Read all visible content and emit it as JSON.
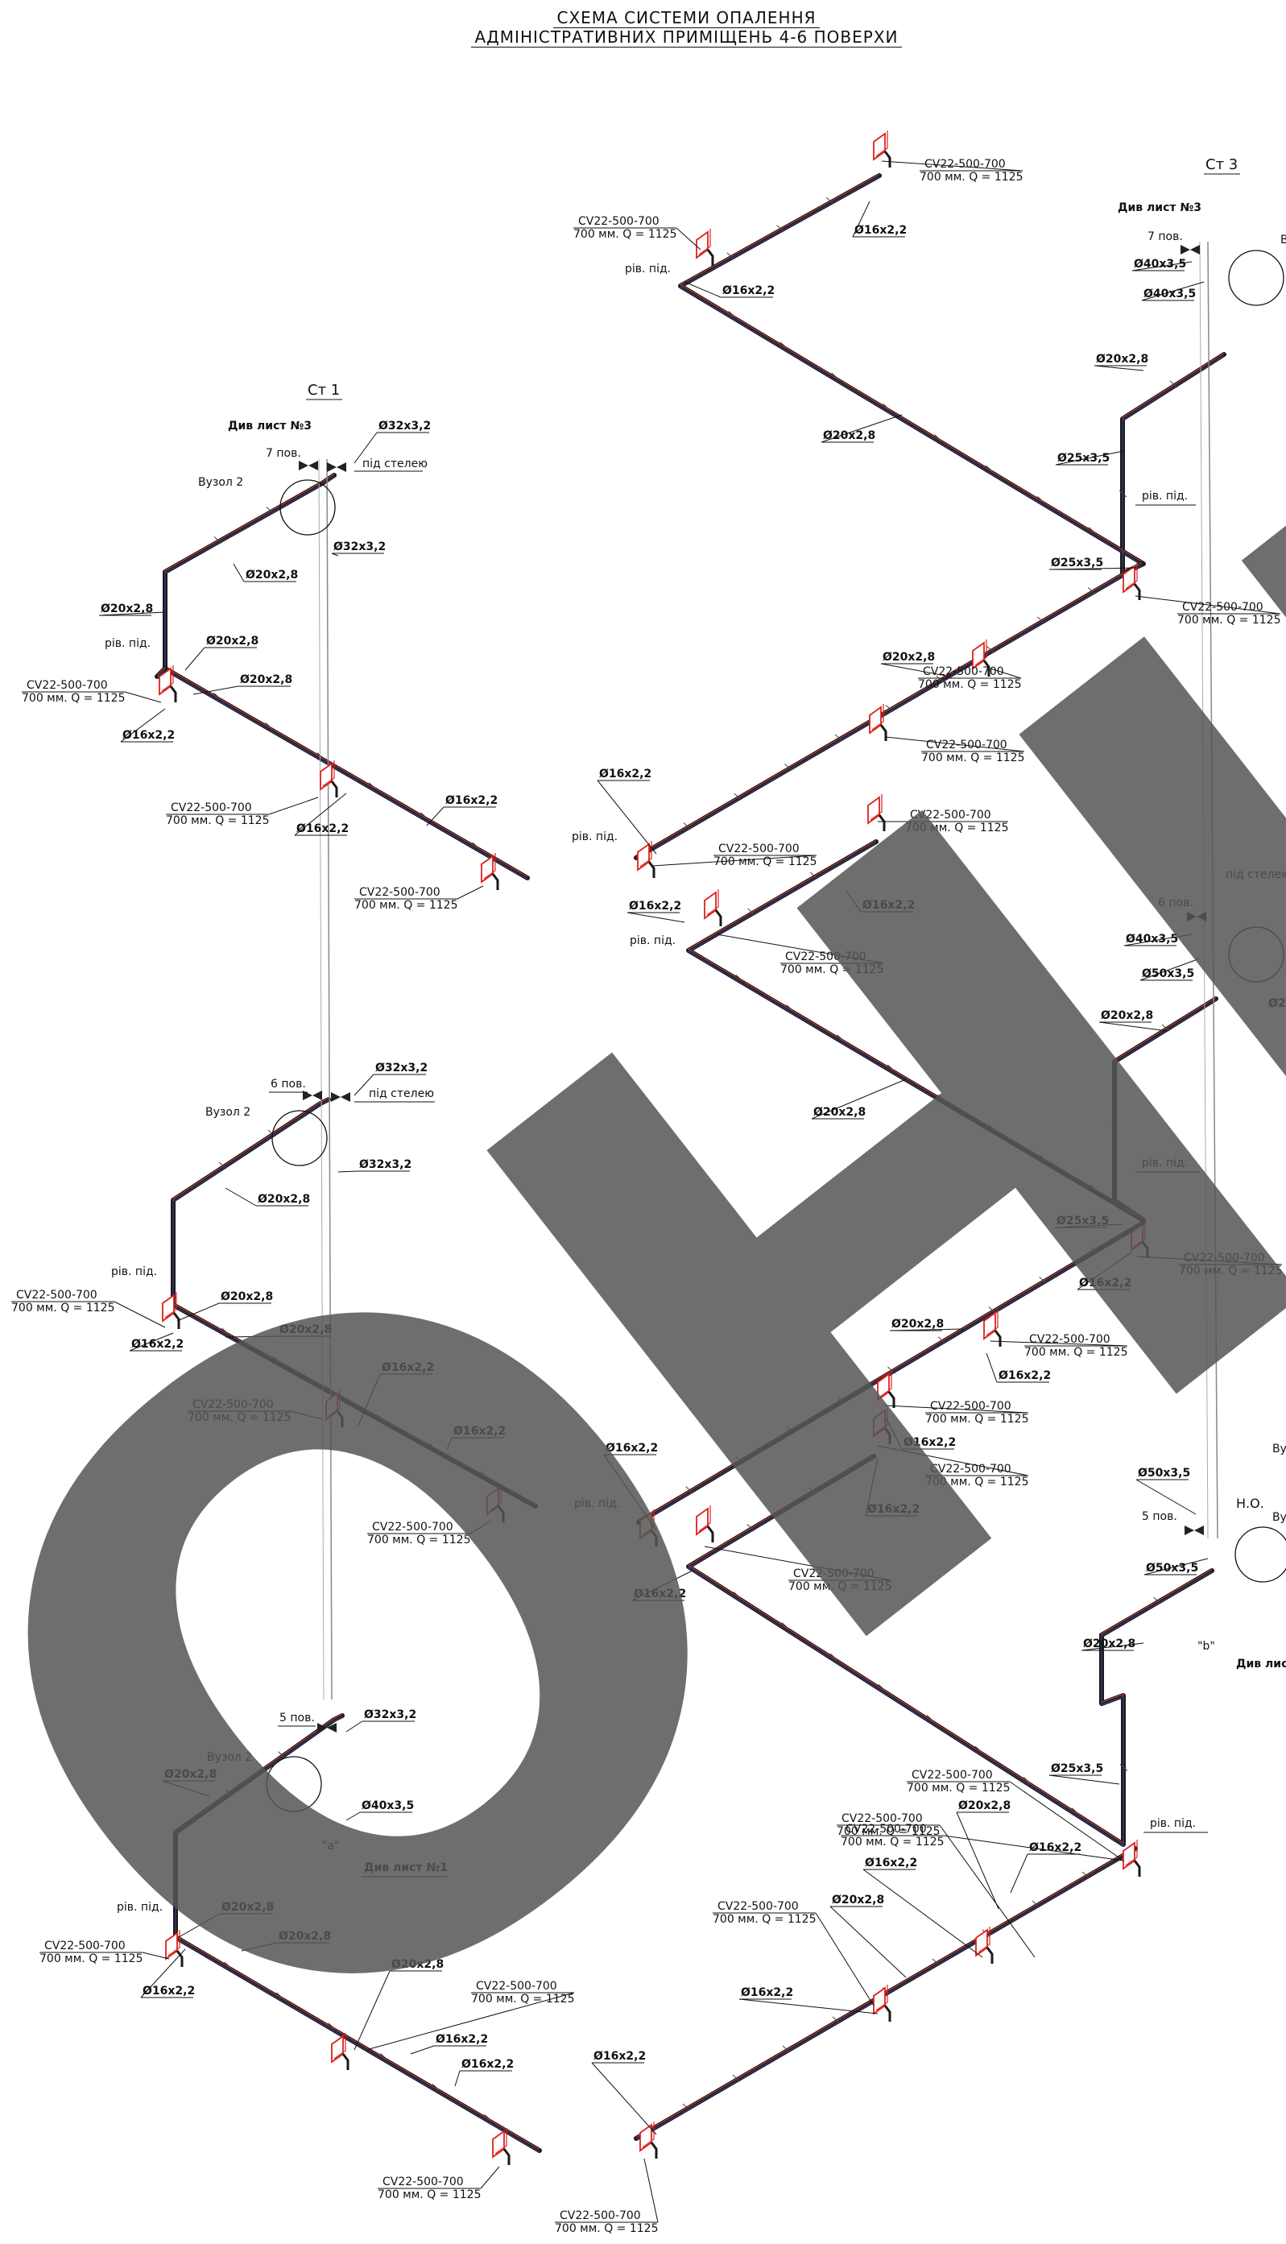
{
  "title": {
    "line1": "СХЕМА СИСТЕМИ ОПАЛЕННЯ",
    "line2": "АДМІНІСТРАТИВНИХ ПРИМІЩЕНЬ 4-6 ПОВЕРХИ"
  },
  "watermark": "ОНІВА",
  "riser_labels": {
    "st1": "Ст 1",
    "st3": "Ст 3"
  },
  "radiator": {
    "model": "CV22-500-700",
    "spec": "700 мм. Q = 1125"
  },
  "pipe_labels": {
    "p16": "Ø16x2,2",
    "p20": "Ø20x2,8",
    "p25": "Ø25x3,5",
    "p32": "Ø32x3,2",
    "p40": "Ø40x3,5",
    "p50": "Ø50x3,5"
  },
  "notes": {
    "riv_pid": "рів. під.",
    "pid_stelyu": "під стелею",
    "vuzol2": "Вузол 2",
    "div_list3": "Див лист №3",
    "div_list1": "Див лист №1",
    "div_lis": "Див лис",
    "floor7": "7 пов.",
    "floor6": "6 пов.",
    "floor5": "5 пов.",
    "no": "Н.О.",
    "mark_a": "\"а\"",
    "mark_b": "\"b\"",
    "vu_cut": "Ву",
    "o2_cut": "Ø2"
  },
  "colors": {
    "pipe": "#1a1a1a",
    "pipe_supply": "#c0392b",
    "pipe_return": "#2c3e91",
    "radiator": "#e0201c",
    "text": "#111111",
    "watermark": "#555555"
  }
}
